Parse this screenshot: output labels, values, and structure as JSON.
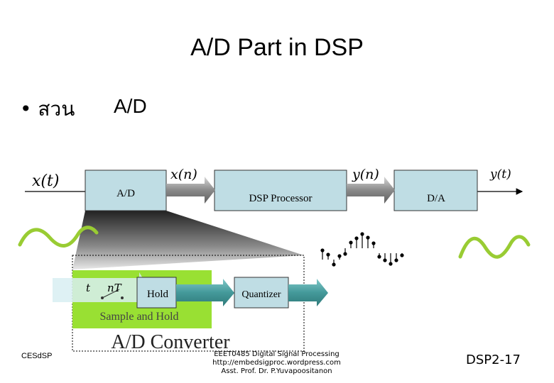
{
  "slide": {
    "title": "A/D Part in DSP",
    "bullet_text": "• สวน",
    "bullet_ad": "A/D"
  },
  "diagram": {
    "input_signal": "x(t)",
    "ad_block": "A/D",
    "xn_label": "x(n)",
    "dsp_block": "DSP Processor",
    "yn_label": "y(n)",
    "da_block": "D/A",
    "output_signal": "y(t)",
    "t_label": "t",
    "nT_label": "nT",
    "hold_block": "Hold",
    "quantizer_block": "Quantizer",
    "sample_hold_label": "Sample and Hold",
    "converter_label": "A/D Converter"
  },
  "footer": {
    "left": "CESdSP",
    "center_line1": "EEET0485 Digital Signal Processing",
    "center_line2": "http://embedsigproc.wordpress.com",
    "center_line3": "Asst. Prof. Dr. P.Yuvapoositanon",
    "right": "DSP2-17"
  },
  "colors": {
    "block_fill": "#bfdde4",
    "sample_hold_fill": "#99e033",
    "wave_green": "#99cc33",
    "arrow_teal": "#44999a"
  }
}
